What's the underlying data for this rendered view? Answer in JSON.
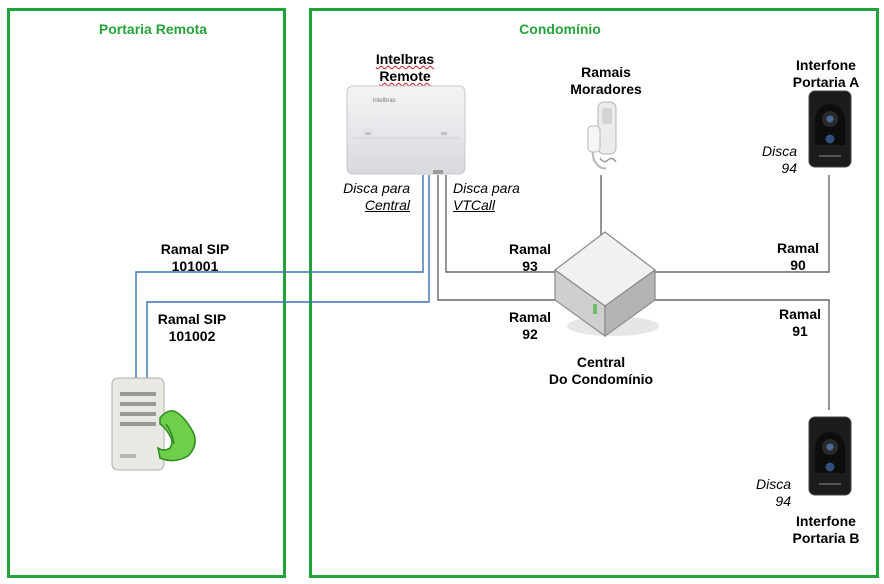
{
  "sections": {
    "left_title": "Portaria Remota",
    "right_title": "Condomínio"
  },
  "devices": {
    "remote_line1": "Intelbras",
    "remote_line2": "Remote",
    "moradores_line1": "Ramais",
    "moradores_line2": "Moradores",
    "portaria_a_line1": "Interfone",
    "portaria_a_line2": "Portaria A",
    "portaria_b_line1": "Interfone",
    "portaria_b_line2": "Portaria B",
    "central_line1": "Central",
    "central_line2": "Do Condomínio",
    "remote_logo": "intelbras"
  },
  "labels": {
    "disca_central_line1": "Disca para",
    "disca_central_line2": "Central",
    "disca_vtcall_line1": "Disca para",
    "disca_vtcall_line2": "VTCall",
    "ramal_sip_1_line1": "Ramal SIP",
    "ramal_sip_1_line2": "101001",
    "ramal_sip_2_line1": "Ramal SIP",
    "ramal_sip_2_line2": "101002",
    "ramal93_line1": "Ramal",
    "ramal93_line2": "93",
    "ramal92_line1": "Ramal",
    "ramal92_line2": "92",
    "ramal90_line1": "Ramal",
    "ramal90_line2": "90",
    "ramal91_line1": "Ramal",
    "ramal91_line2": "91",
    "disca94_a_line1": "Disca",
    "disca94_a_line2": "94",
    "disca94_b_line1": "Disca",
    "disca94_b_line2": "94"
  },
  "colors": {
    "frame": "#22a33a",
    "title": "#27a33a",
    "sip_line": "#3b6fb6",
    "line": "#666666"
  }
}
